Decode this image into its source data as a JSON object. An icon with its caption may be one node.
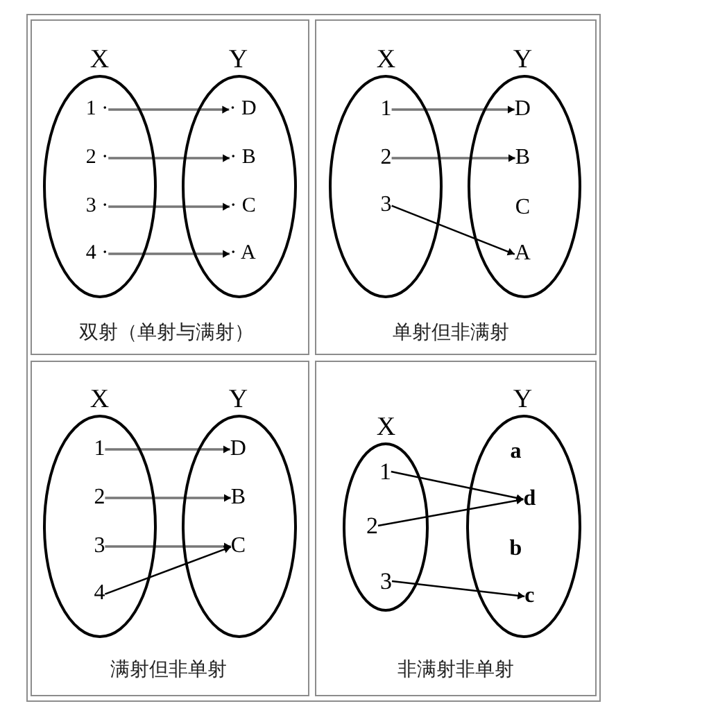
{
  "diagram": {
    "nodes": [
      {
        "text": [
          "双射（单射与满射）"
        ]
      },
      {
        "text": [
          "X"
        ],
        "in": 0
      },
      {
        "text": [
          "1 ·"
        ],
        "in": 1
      },
      {
        "text": [
          "2 ·"
        ],
        "in": 1
      },
      {
        "text": [
          "3 ·"
        ],
        "in": 1
      },
      {
        "text": [
          "4 ·"
        ],
        "in": 1
      },
      {
        "text": [
          "Y"
        ],
        "in": 0
      },
      {
        "text": [
          "· D"
        ],
        "in": 6
      },
      {
        "text": [
          "· B"
        ],
        "in": 6
      },
      {
        "text": [
          "· C"
        ],
        "in": 6
      },
      {
        "text": [
          "· A"
        ],
        "in": 6
      },
      {
        "text": [
          "单射但非满射"
        ]
      },
      {
        "text": [
          "X"
        ],
        "in": 11
      },
      {
        "text": [
          "1"
        ],
        "in": 12
      },
      {
        "text": [
          "2"
        ],
        "in": 12
      },
      {
        "text": [
          "3"
        ],
        "in": 12
      },
      {
        "text": [
          "Y",
          "C"
        ],
        "in": 11
      },
      {
        "text": [
          "D"
        ],
        "in": 16
      },
      {
        "text": [
          "B"
        ],
        "in": 16
      },
      {
        "text": [
          "A"
        ],
        "in": 16
      },
      {
        "text": [
          "满射但非单射"
        ]
      },
      {
        "text": [
          "X"
        ],
        "in": 20
      },
      {
        "text": [
          "1"
        ],
        "in": 21
      },
      {
        "text": [
          "2"
        ],
        "in": 21
      },
      {
        "text": [
          "3"
        ],
        "in": 21
      },
      {
        "text": [
          "4"
        ],
        "in": 21
      },
      {
        "text": [
          "Y"
        ],
        "in": 20
      },
      {
        "text": [
          "D"
        ],
        "in": 26
      },
      {
        "text": [
          "B"
        ],
        "in": 26
      },
      {
        "text": [
          "C"
        ],
        "in": 26
      },
      {
        "text": [
          "非满射非单射"
        ]
      },
      {
        "text": [
          "X"
        ],
        "in": 30
      },
      {
        "text": [
          "1"
        ],
        "in": 31
      },
      {
        "text": [
          "2"
        ],
        "in": 31
      },
      {
        "text": [
          "3"
        ],
        "in": 31
      },
      {
        "text": [
          "Y",
          "a",
          "b"
        ],
        "in": 30
      },
      {
        "text": [
          "d"
        ],
        "in": 35
      },
      {
        "text": [
          "c"
        ],
        "in": 35
      }
    ],
    "edges": [
      {
        "from": 2,
        "to": 7,
        "arrow": "to"
      },
      {
        "from": 3,
        "to": 8,
        "arrow": "to"
      },
      {
        "from": 4,
        "to": 9,
        "arrow": "to"
      },
      {
        "from": 5,
        "to": 10,
        "arrow": "to"
      },
      {
        "from": 13,
        "to": 17,
        "arrow": "to"
      },
      {
        "from": 14,
        "to": 18,
        "arrow": "to"
      },
      {
        "from": 15,
        "to": 19,
        "arrow": "to",
        "color": "#000000"
      },
      {
        "from": 22,
        "to": 27,
        "arrow": "to"
      },
      {
        "from": 23,
        "to": 28,
        "arrow": "to"
      },
      {
        "from": 24,
        "to": 29,
        "arrow": "to"
      },
      {
        "from": 25,
        "to": 29,
        "arrow": "to",
        "color": "#000000"
      },
      {
        "from": 32,
        "to": 36,
        "arrow": "to",
        "color": "#000000"
      },
      {
        "from": 33,
        "to": 36,
        "arrow": "to",
        "color": "#000000"
      },
      {
        "from": 34,
        "to": 37,
        "arrow": "to",
        "color": "#000000"
      }
    ]
  }
}
